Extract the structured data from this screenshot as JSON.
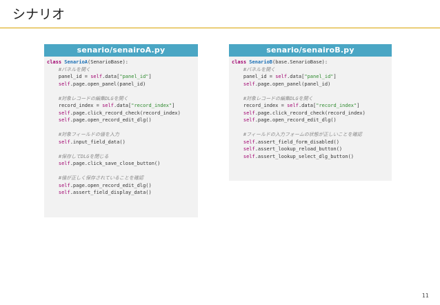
{
  "slide": {
    "title": "シナリオ",
    "page_number": "11"
  },
  "panel_a": {
    "filename": "senario/senairoA.py",
    "lines": [
      {
        "indent": "",
        "parts": [
          [
            "kw",
            "class "
          ],
          [
            "cls",
            "SenarioA"
          ],
          [
            "plain",
            "(SenarioBase):"
          ]
        ]
      },
      {
        "indent": "    ",
        "parts": [
          [
            "cm",
            "#パネルを開く"
          ]
        ]
      },
      {
        "indent": "    ",
        "parts": [
          [
            "plain",
            "panel_id = "
          ],
          [
            "self",
            "self"
          ],
          [
            "plain",
            ".data["
          ],
          [
            "str",
            "\"panel_id\""
          ],
          [
            "plain",
            "]"
          ]
        ]
      },
      {
        "indent": "    ",
        "parts": [
          [
            "self",
            "self"
          ],
          [
            "plain",
            ".page.open_panel(panel_id)"
          ]
        ]
      },
      {
        "indent": "",
        "parts": []
      },
      {
        "indent": "    ",
        "parts": [
          [
            "cm",
            "#対象レコードの編集DLGを開く"
          ]
        ]
      },
      {
        "indent": "    ",
        "parts": [
          [
            "plain",
            "record_index = "
          ],
          [
            "self",
            "self"
          ],
          [
            "plain",
            ".data["
          ],
          [
            "str",
            "\"record_index\""
          ],
          [
            "plain",
            "]"
          ]
        ]
      },
      {
        "indent": "    ",
        "parts": [
          [
            "self",
            "self"
          ],
          [
            "plain",
            ".page.click_record_check(record_index)"
          ]
        ]
      },
      {
        "indent": "    ",
        "parts": [
          [
            "self",
            "self"
          ],
          [
            "plain",
            ".page.open_record_edit_dlg()"
          ]
        ]
      },
      {
        "indent": "",
        "parts": []
      },
      {
        "indent": "    ",
        "parts": [
          [
            "cm",
            "#対象フィールドの値を入力"
          ]
        ]
      },
      {
        "indent": "    ",
        "parts": [
          [
            "self",
            "self"
          ],
          [
            "plain",
            ".input_field_data()"
          ]
        ]
      },
      {
        "indent": "",
        "parts": []
      },
      {
        "indent": "    ",
        "parts": [
          [
            "cm",
            "#保存してDLGを閉じる"
          ]
        ]
      },
      {
        "indent": "    ",
        "parts": [
          [
            "self",
            "self"
          ],
          [
            "plain",
            ".page.click_save_close_button()"
          ]
        ]
      },
      {
        "indent": "",
        "parts": []
      },
      {
        "indent": "    ",
        "parts": [
          [
            "cm",
            "#値が正しく保存されていることを確認"
          ]
        ]
      },
      {
        "indent": "    ",
        "parts": [
          [
            "self",
            "self"
          ],
          [
            "plain",
            ".page.open_record_edit_dlg()"
          ]
        ]
      },
      {
        "indent": "    ",
        "parts": [
          [
            "self",
            "self"
          ],
          [
            "plain",
            ".assert_field_display_data()"
          ]
        ]
      }
    ]
  },
  "panel_b": {
    "filename": "senario/senairoB.py",
    "lines": [
      {
        "indent": "",
        "parts": [
          [
            "kw",
            "class "
          ],
          [
            "cls",
            "SenarioB"
          ],
          [
            "plain",
            "(base.SenarioBase):"
          ]
        ]
      },
      {
        "indent": "    ",
        "parts": [
          [
            "cm",
            "#パネルを開く"
          ]
        ]
      },
      {
        "indent": "    ",
        "parts": [
          [
            "plain",
            "panel_id = "
          ],
          [
            "self",
            "self"
          ],
          [
            "plain",
            ".data["
          ],
          [
            "str",
            "\"panel_id\""
          ],
          [
            "plain",
            "]"
          ]
        ]
      },
      {
        "indent": "    ",
        "parts": [
          [
            "self",
            "self"
          ],
          [
            "plain",
            ".page.open_panel(panel_id)"
          ]
        ]
      },
      {
        "indent": "",
        "parts": []
      },
      {
        "indent": "    ",
        "parts": [
          [
            "cm",
            "#対象レコードの編集DLGを開く"
          ]
        ]
      },
      {
        "indent": "    ",
        "parts": [
          [
            "plain",
            "record_index = "
          ],
          [
            "self",
            "self"
          ],
          [
            "plain",
            ".data["
          ],
          [
            "str",
            "\"record_index\""
          ],
          [
            "plain",
            "]"
          ]
        ]
      },
      {
        "indent": "    ",
        "parts": [
          [
            "self",
            "self"
          ],
          [
            "plain",
            ".page.click_record_check(record_index)"
          ]
        ]
      },
      {
        "indent": "    ",
        "parts": [
          [
            "self",
            "self"
          ],
          [
            "plain",
            ".page.open_record_edit_dlg()"
          ]
        ]
      },
      {
        "indent": "",
        "parts": []
      },
      {
        "indent": "    ",
        "parts": [
          [
            "cm",
            "#フィールドの入力フォームの状態が正しいことを確認"
          ]
        ]
      },
      {
        "indent": "    ",
        "parts": [
          [
            "self",
            "self"
          ],
          [
            "plain",
            ".assert_field_form_disabled()"
          ]
        ]
      },
      {
        "indent": "    ",
        "parts": [
          [
            "self",
            "self"
          ],
          [
            "plain",
            ".assert_lookup_reload_button()"
          ]
        ]
      },
      {
        "indent": "    ",
        "parts": [
          [
            "self",
            "self"
          ],
          [
            "plain",
            ".assert_lookup_select_dlg_button()"
          ]
        ]
      }
    ]
  }
}
